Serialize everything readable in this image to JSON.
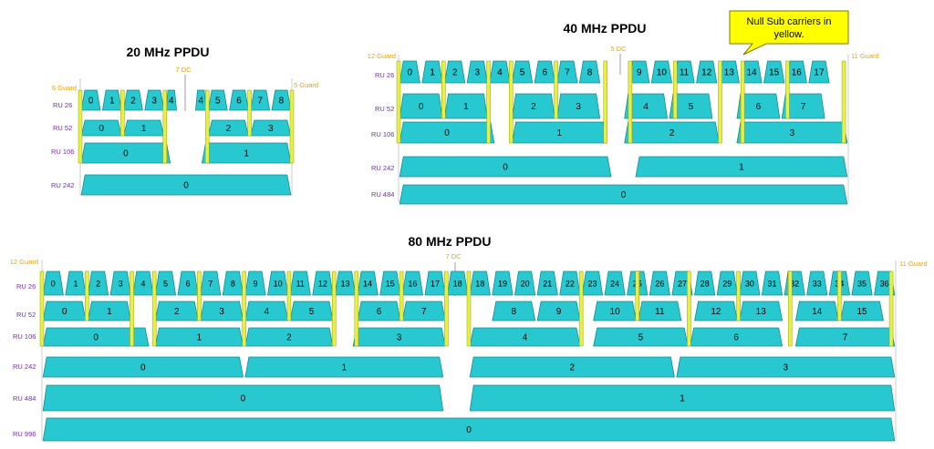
{
  "labels": {
    "ru26": "RU 26",
    "ru52": "RU 52",
    "ru106": "RU 106",
    "ru242": "RU 242",
    "ru484": "RU 484",
    "ru996": "RU 996"
  },
  "callout": {
    "line1": "Null Sub carriers in",
    "line2": "yellow."
  },
  "colors": {
    "ru_fill": "#27c8d0",
    "ru_stroke": "#1a8b93",
    "null_fill": "#e8f043",
    "null_stroke": "#9aa010",
    "guard_text": "#e8a400",
    "label_text": "#7030a0"
  },
  "ppdu20": {
    "title": "20 MHz PPDU",
    "guard_left": "6 Guard",
    "guard_right": "5 Guard",
    "dc": "7 DC",
    "ru26": [
      "0",
      "1",
      "2",
      "3",
      "4",
      "4",
      "5",
      "6",
      "7",
      "8"
    ],
    "ru52": [
      "0",
      "1",
      "2",
      "3"
    ],
    "ru106": [
      "0",
      "1"
    ],
    "ru242": [
      "0"
    ]
  },
  "ppdu40": {
    "title": "40 MHz PPDU",
    "guard_left": "12 Guard",
    "guard_right": "11 Guard",
    "dc": "5 DC",
    "ru26": [
      "0",
      "1",
      "2",
      "3",
      "4",
      "5",
      "6",
      "7",
      "8",
      "9",
      "10",
      "11",
      "12",
      "13",
      "14",
      "15",
      "16",
      "17"
    ],
    "ru52": [
      "0",
      "1",
      "2",
      "3",
      "4",
      "5",
      "6",
      "7"
    ],
    "ru106": [
      "0",
      "1",
      "2",
      "3"
    ],
    "ru242": [
      "0",
      "1"
    ],
    "ru484": [
      "0"
    ]
  },
  "ppdu80": {
    "title": "80 MHz PPDU",
    "guard_left": "12 Guard",
    "guard_right": "11 Guard",
    "dc": "7 DC",
    "ru26": [
      "0",
      "1",
      "2",
      "3",
      "4",
      "5",
      "6",
      "7",
      "8",
      "9",
      "10",
      "11",
      "12",
      "13",
      "14",
      "15",
      "16",
      "17",
      "18",
      "18",
      "19",
      "20",
      "21",
      "22",
      "23",
      "24",
      "25",
      "26",
      "27",
      "28",
      "29",
      "30",
      "31",
      "32",
      "33",
      "34",
      "35",
      "36"
    ],
    "ru52": [
      "0",
      "1",
      "2",
      "3",
      "4",
      "5",
      "6",
      "7",
      "8",
      "9",
      "10",
      "11",
      "12",
      "13",
      "14",
      "15"
    ],
    "ru106": [
      "0",
      "1",
      "2",
      "3",
      "4",
      "5",
      "6",
      "7"
    ],
    "ru242": [
      "0",
      "1",
      "2",
      "3"
    ],
    "ru484": [
      "0",
      "1"
    ],
    "ru996": [
      "0"
    ]
  }
}
